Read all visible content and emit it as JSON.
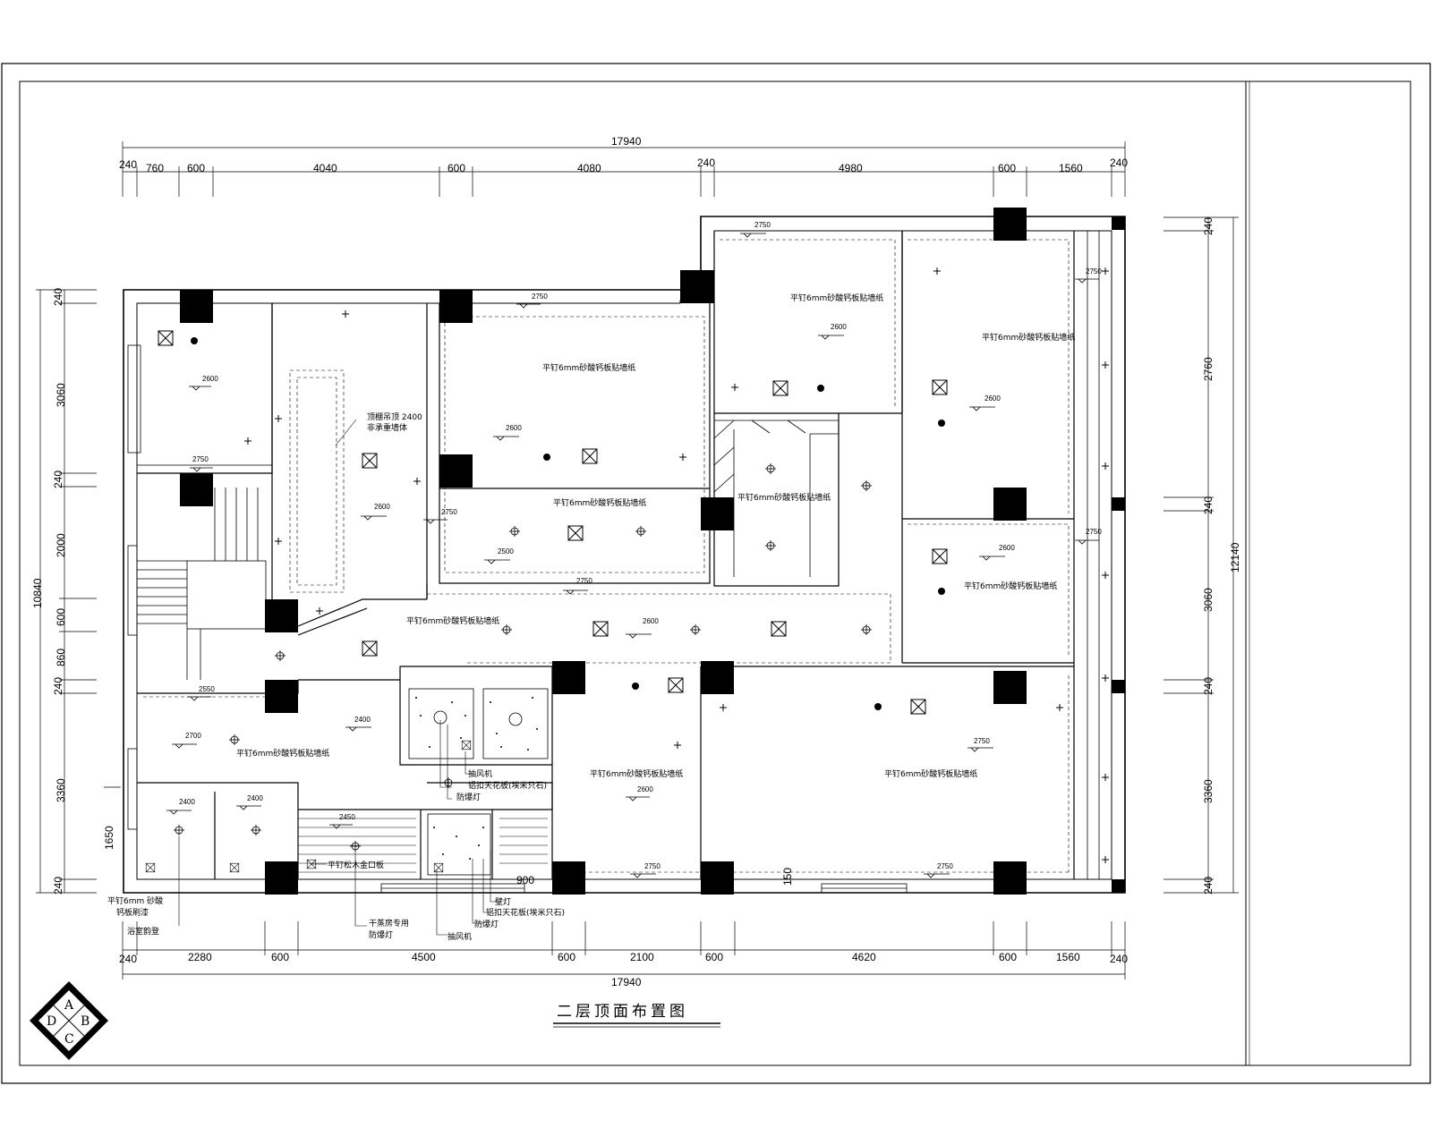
{
  "drawing_title": "二层顶面布置图",
  "compass": {
    "a": "A",
    "b": "B",
    "c": "C",
    "d": "D"
  },
  "dims_top": {
    "total": "17940",
    "segments": [
      "240",
      "760",
      "600",
      "4040",
      "600",
      "4080",
      "240",
      "4980",
      "600",
      "1560",
      "240"
    ]
  },
  "dims_bottom": {
    "total": "17940",
    "segments": [
      "240",
      "2280",
      "600",
      "4500",
      "600",
      "2100",
      "600",
      "4620",
      "600",
      "1560",
      "240"
    ],
    "note_150": "150",
    "note_900": "900"
  },
  "dims_left": {
    "total": "10840",
    "segments": [
      "240",
      "3060",
      "240",
      "2000",
      "600",
      "860",
      "240",
      "3360",
      "240"
    ],
    "note_1650": "1650"
  },
  "dims_right": {
    "total": "12140",
    "segments": [
      "240",
      "2760",
      "240",
      "3060",
      "240",
      "3360",
      "240"
    ]
  },
  "room_labels": {
    "r1": "平钉6mm砂酸钙板贴墙纸",
    "r2": "平钉6mm砂酸钙板贴墙纸",
    "r3": "平钉6mm砂酸钙板贴墙纸",
    "r4": "平钉6mm砂酸钙板贴墙纸",
    "r5": "平钉6mm砂酸钙板贴墙纸",
    "r6": "平钉6mm砂酸钙板贴墙纸",
    "r7": "平钉6mm砂酸钙板贴墙纸",
    "r8": "平钉6mm砂酸钙板贴墙纸",
    "r9": "平钉6mm砂酸钙板贴墙纸",
    "r10": "平钉6mm砂酸钙板贴墙纸",
    "stair_note_1": "顶棚吊顶 2400",
    "stair_note_2": "非承重墙体"
  },
  "levels": {
    "a": "2600",
    "b": "2750",
    "c": "2750",
    "d": "2600",
    "e": "2750",
    "f": "2500",
    "g": "2750",
    "h": "2600",
    "i": "2750",
    "j": "2600",
    "k": "2750",
    "l": "2600",
    "m": "2600",
    "n": "2550",
    "o": "2700",
    "p": "2400",
    "q": "2400",
    "r": "2400",
    "s": "2450",
    "t": "2600",
    "u": "2750",
    "v": "2600",
    "w": "2750",
    "x": "2750",
    "y": "2750",
    "z": "2750"
  },
  "callouts": {
    "c1": "抽风机",
    "c2": "铝扣天花板(埃米只石)",
    "c3": "防爆灯",
    "c4": "平钉松木金口板",
    "c5": "平钉6mm 砂酸",
    "c6": "钙板刷漆",
    "c7": "浴室韵登",
    "c8": "干蒸房专用",
    "c9": "防爆灯",
    "c10": "抽风机",
    "c11": "防爆灯",
    "c12": "铝扣天花板(埃米只石)",
    "c13": "壁灯"
  }
}
